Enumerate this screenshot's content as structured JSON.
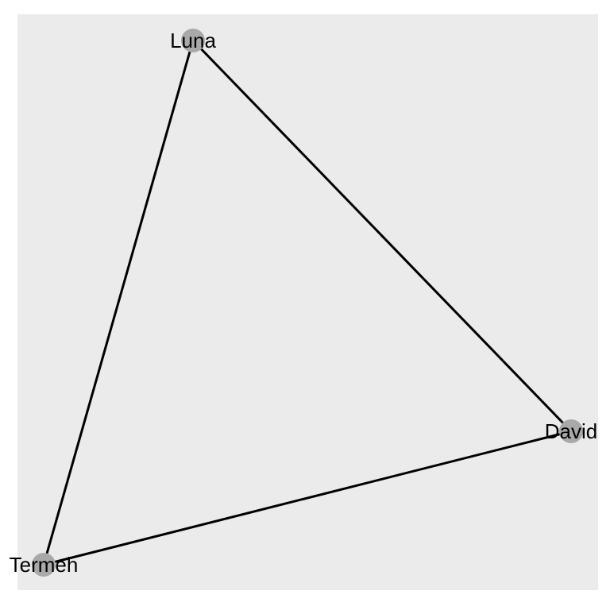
{
  "diagram": {
    "type": "network-graph",
    "colors": {
      "panel_background": "#ebebeb",
      "node_fill": "#a9a9a9",
      "edge_stroke": "#000000",
      "label_color": "#000000"
    },
    "nodes": [
      {
        "id": "luna",
        "label": "Luna"
      },
      {
        "id": "david",
        "label": "David"
      },
      {
        "id": "termeh",
        "label": "Termeh"
      }
    ],
    "edges": [
      {
        "from": "luna",
        "to": "david"
      },
      {
        "from": "luna",
        "to": "termeh"
      },
      {
        "from": "david",
        "to": "termeh"
      }
    ]
  }
}
